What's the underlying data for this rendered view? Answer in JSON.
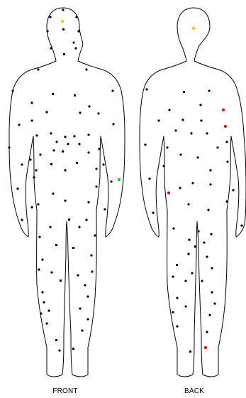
{
  "diagram": {
    "views": [
      {
        "id": "front",
        "label": "FRONT"
      },
      {
        "id": "back",
        "label": "BACK"
      }
    ],
    "point_colors": {
      "default": "#000000",
      "yellow": "#f2c100",
      "green": "#22c020",
      "red": "#e00000"
    },
    "point_shapes": [
      "circle",
      "square"
    ]
  }
}
